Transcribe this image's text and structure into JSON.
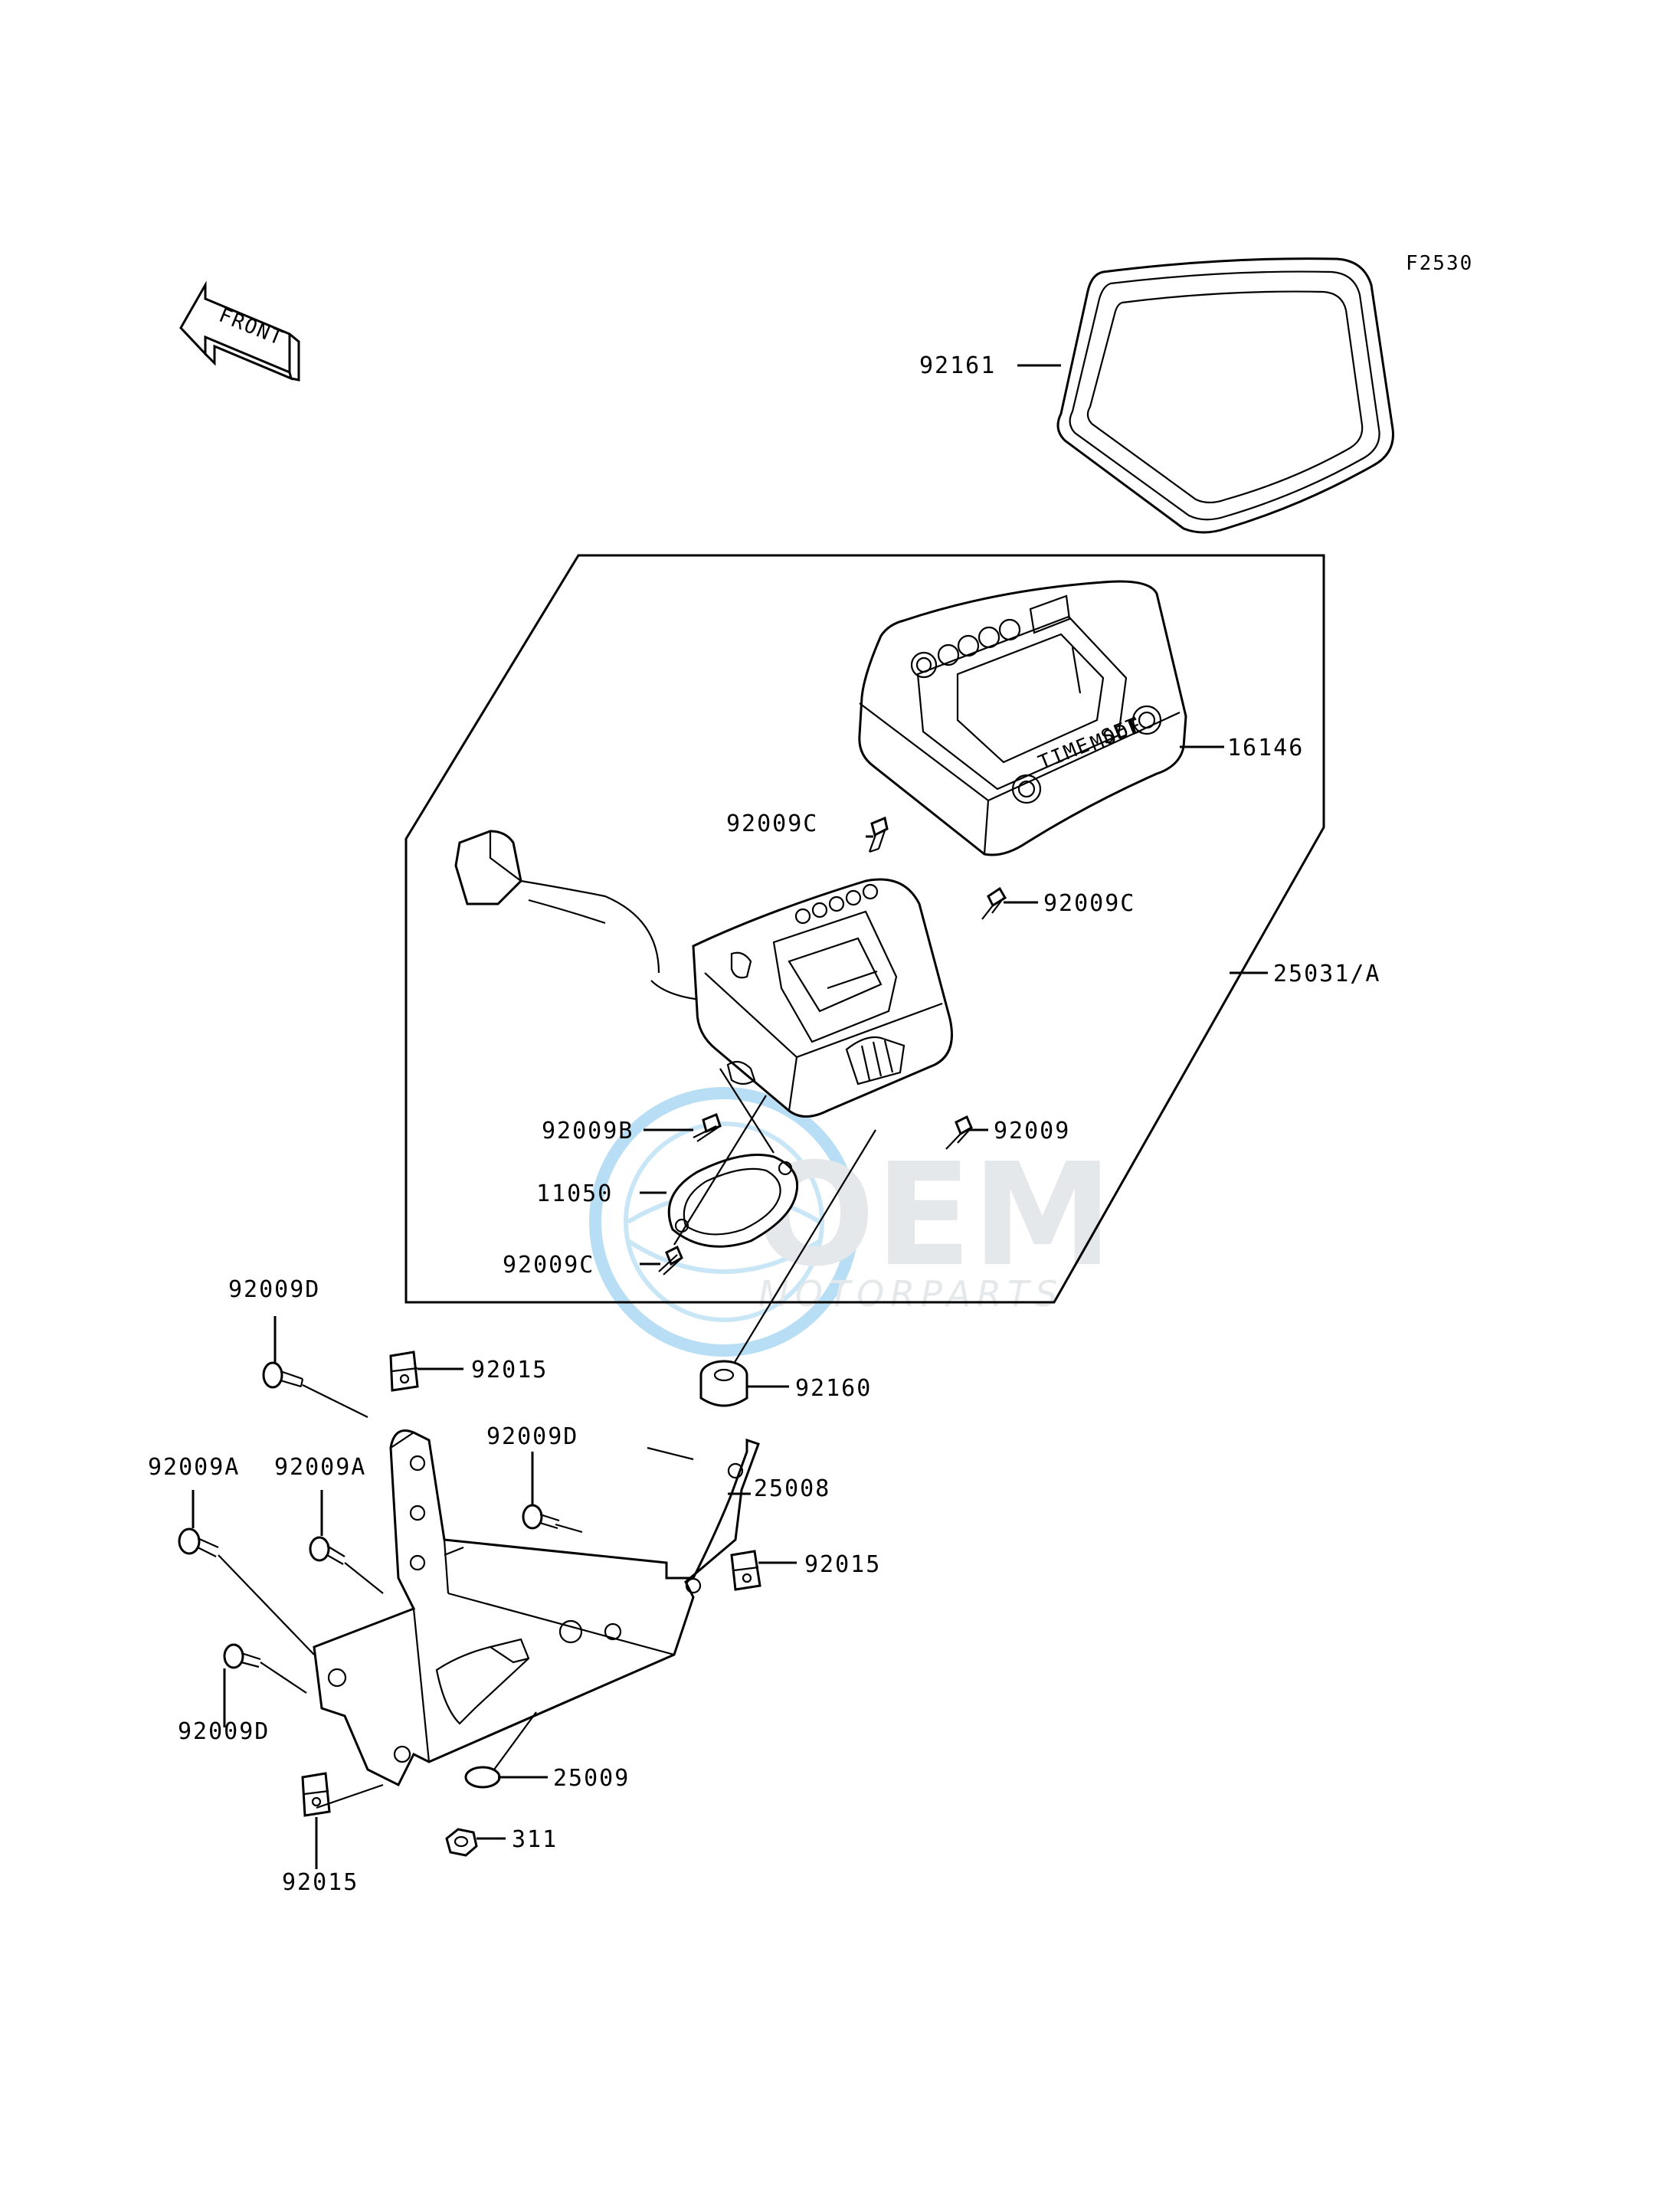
{
  "diagram_code": "F2530",
  "front_arrow_text": "FRONT",
  "watermark": {
    "brand": "OEM",
    "sub": "MOTORPARTS",
    "color": "#2e9fe0"
  },
  "labels": {
    "p92161": "92161",
    "p16146": "16146",
    "p92009c_top": "92009C",
    "p92009c_right": "92009C",
    "p25031a": "25031/A",
    "p92009b": "92009B",
    "p92009": "92009",
    "p11050": "11050",
    "p92009c_bottom": "92009C",
    "p92009d_top": "92009D",
    "p92015_top": "92015",
    "p92160": "92160",
    "p92009d_mid": "92009D",
    "p92009a_left": "92009A",
    "p92009a_right": "92009A",
    "p25008": "25008",
    "p92015_right": "92015",
    "p92009d_bottom": "92009D",
    "p25009": "25009",
    "p311": "311",
    "p92015_bottom": "92015"
  },
  "meter_face": {
    "mode_label": "MODE",
    "time_set_label": "TIME SET"
  }
}
